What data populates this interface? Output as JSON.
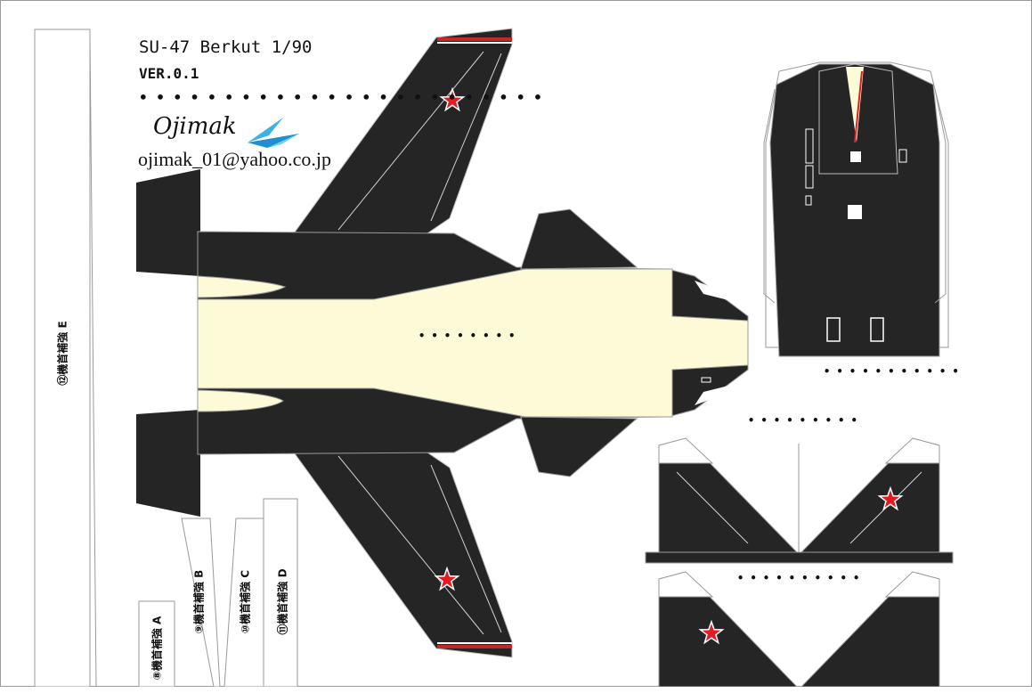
{
  "sheet": {
    "title": "SU-47 Berkut 1/90",
    "version": "VER.0.1",
    "author_logo": "Ojimak",
    "email": "ojimak_01@yahoo.co.jp"
  },
  "reinforcement_labels": {
    "e": "⑫機首補強 E",
    "a": "⑧機首補強 A",
    "b": "⑨機首補強 B",
    "c": "⑩機首補強 C",
    "d": "⑪機首補強 D"
  },
  "colors": {
    "body": "#252525",
    "canopy": "#fdfbd7",
    "star": "#e31b23",
    "logo_plane": "#3fb0e6",
    "outline": "#9a9a9a"
  },
  "icons": [
    "paper-plane-logo-icon",
    "red-star-icon"
  ]
}
